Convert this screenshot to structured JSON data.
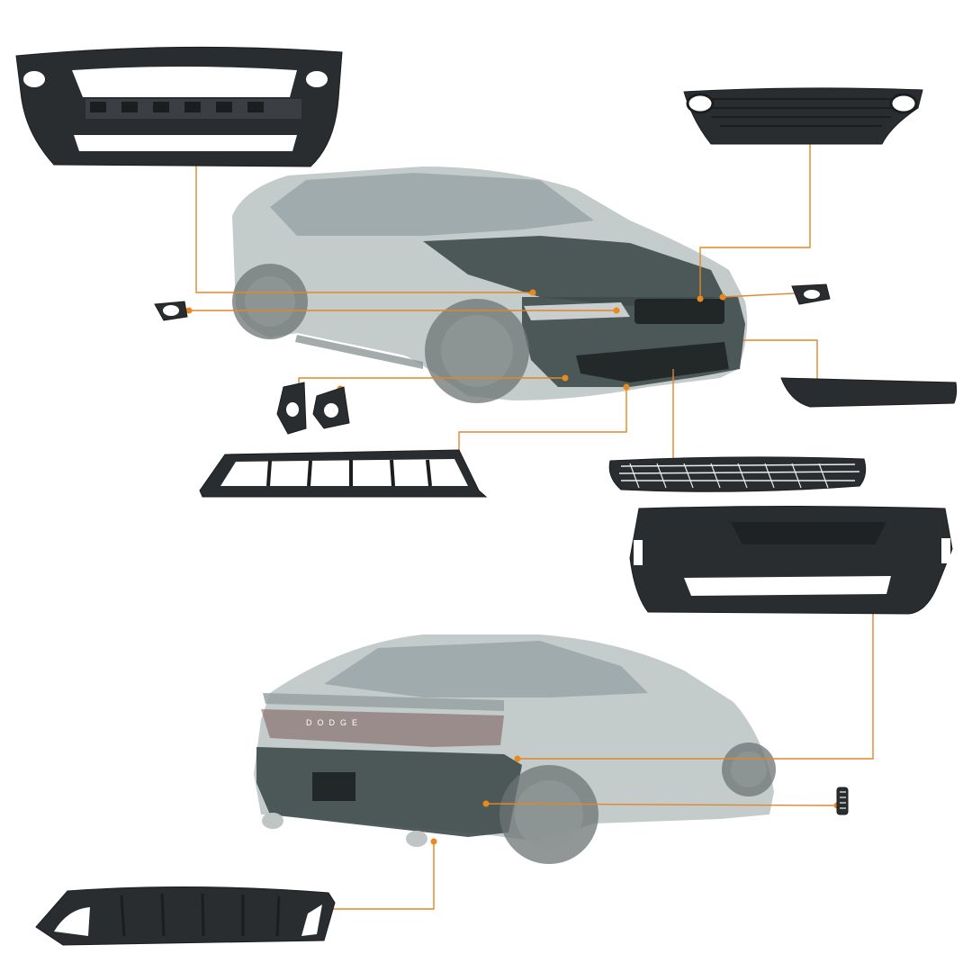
{
  "image": {
    "subject": "",
    "background": "#ffffff",
    "accent_line_color": "#e0872a",
    "accent_dot_color": "#e8891e",
    "part_color": "#2a2d30",
    "car_paint_color": "#3f5250"
  },
  "parts": [
    {
      "name": "front-bumper-cover"
    },
    {
      "name": "upper-grille"
    },
    {
      "name": "left-headlight-bezel"
    },
    {
      "name": "right-headlight-bezel"
    },
    {
      "name": "fog-light-bezels"
    },
    {
      "name": "front-lip-spoiler"
    },
    {
      "name": "lower-grille-frame"
    },
    {
      "name": "lower-mesh-grille"
    },
    {
      "name": "rear-bumper-cover"
    },
    {
      "name": "rear-side-marker-grille"
    },
    {
      "name": "rear-diffuser"
    }
  ],
  "rear_car": {
    "trunk_lettering": "DODGE"
  }
}
